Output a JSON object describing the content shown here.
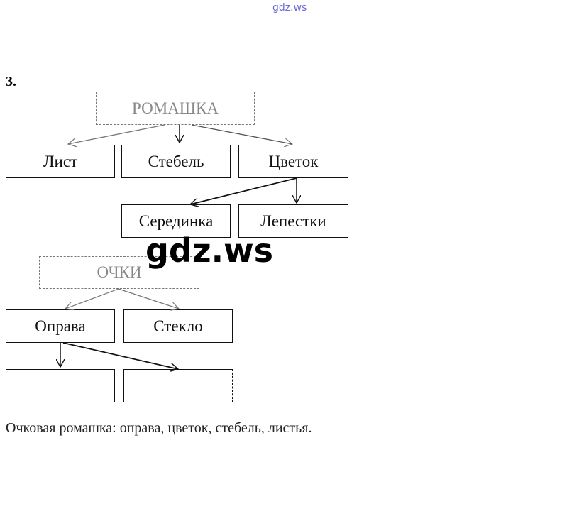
{
  "watermark_top": "gdz.ws",
  "watermark_center": "gdz.ws",
  "task_number": "3.",
  "tree1": {
    "root": "РОМАШКА",
    "children": [
      "Лист",
      "Стебель",
      "Цветок"
    ],
    "grandchildren": [
      "Серединка",
      "Лепестки"
    ]
  },
  "tree2": {
    "root": "ОЧКИ",
    "children": [
      "Оправа",
      "Стекло"
    ],
    "grandchildren": [
      "",
      ""
    ]
  },
  "sentence": "Очковая ромашка: оправа, цветок, стебель, листья."
}
